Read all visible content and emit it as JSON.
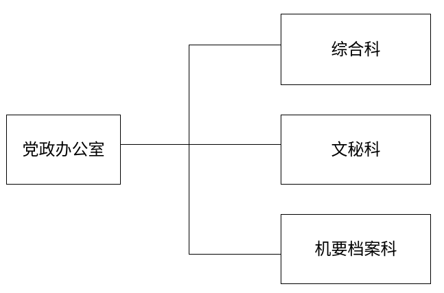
{
  "diagram": {
    "root": {
      "label": "党政办公室"
    },
    "children": [
      {
        "label": "综合科"
      },
      {
        "label": "文秘科"
      },
      {
        "label": "机要档案科"
      }
    ]
  }
}
